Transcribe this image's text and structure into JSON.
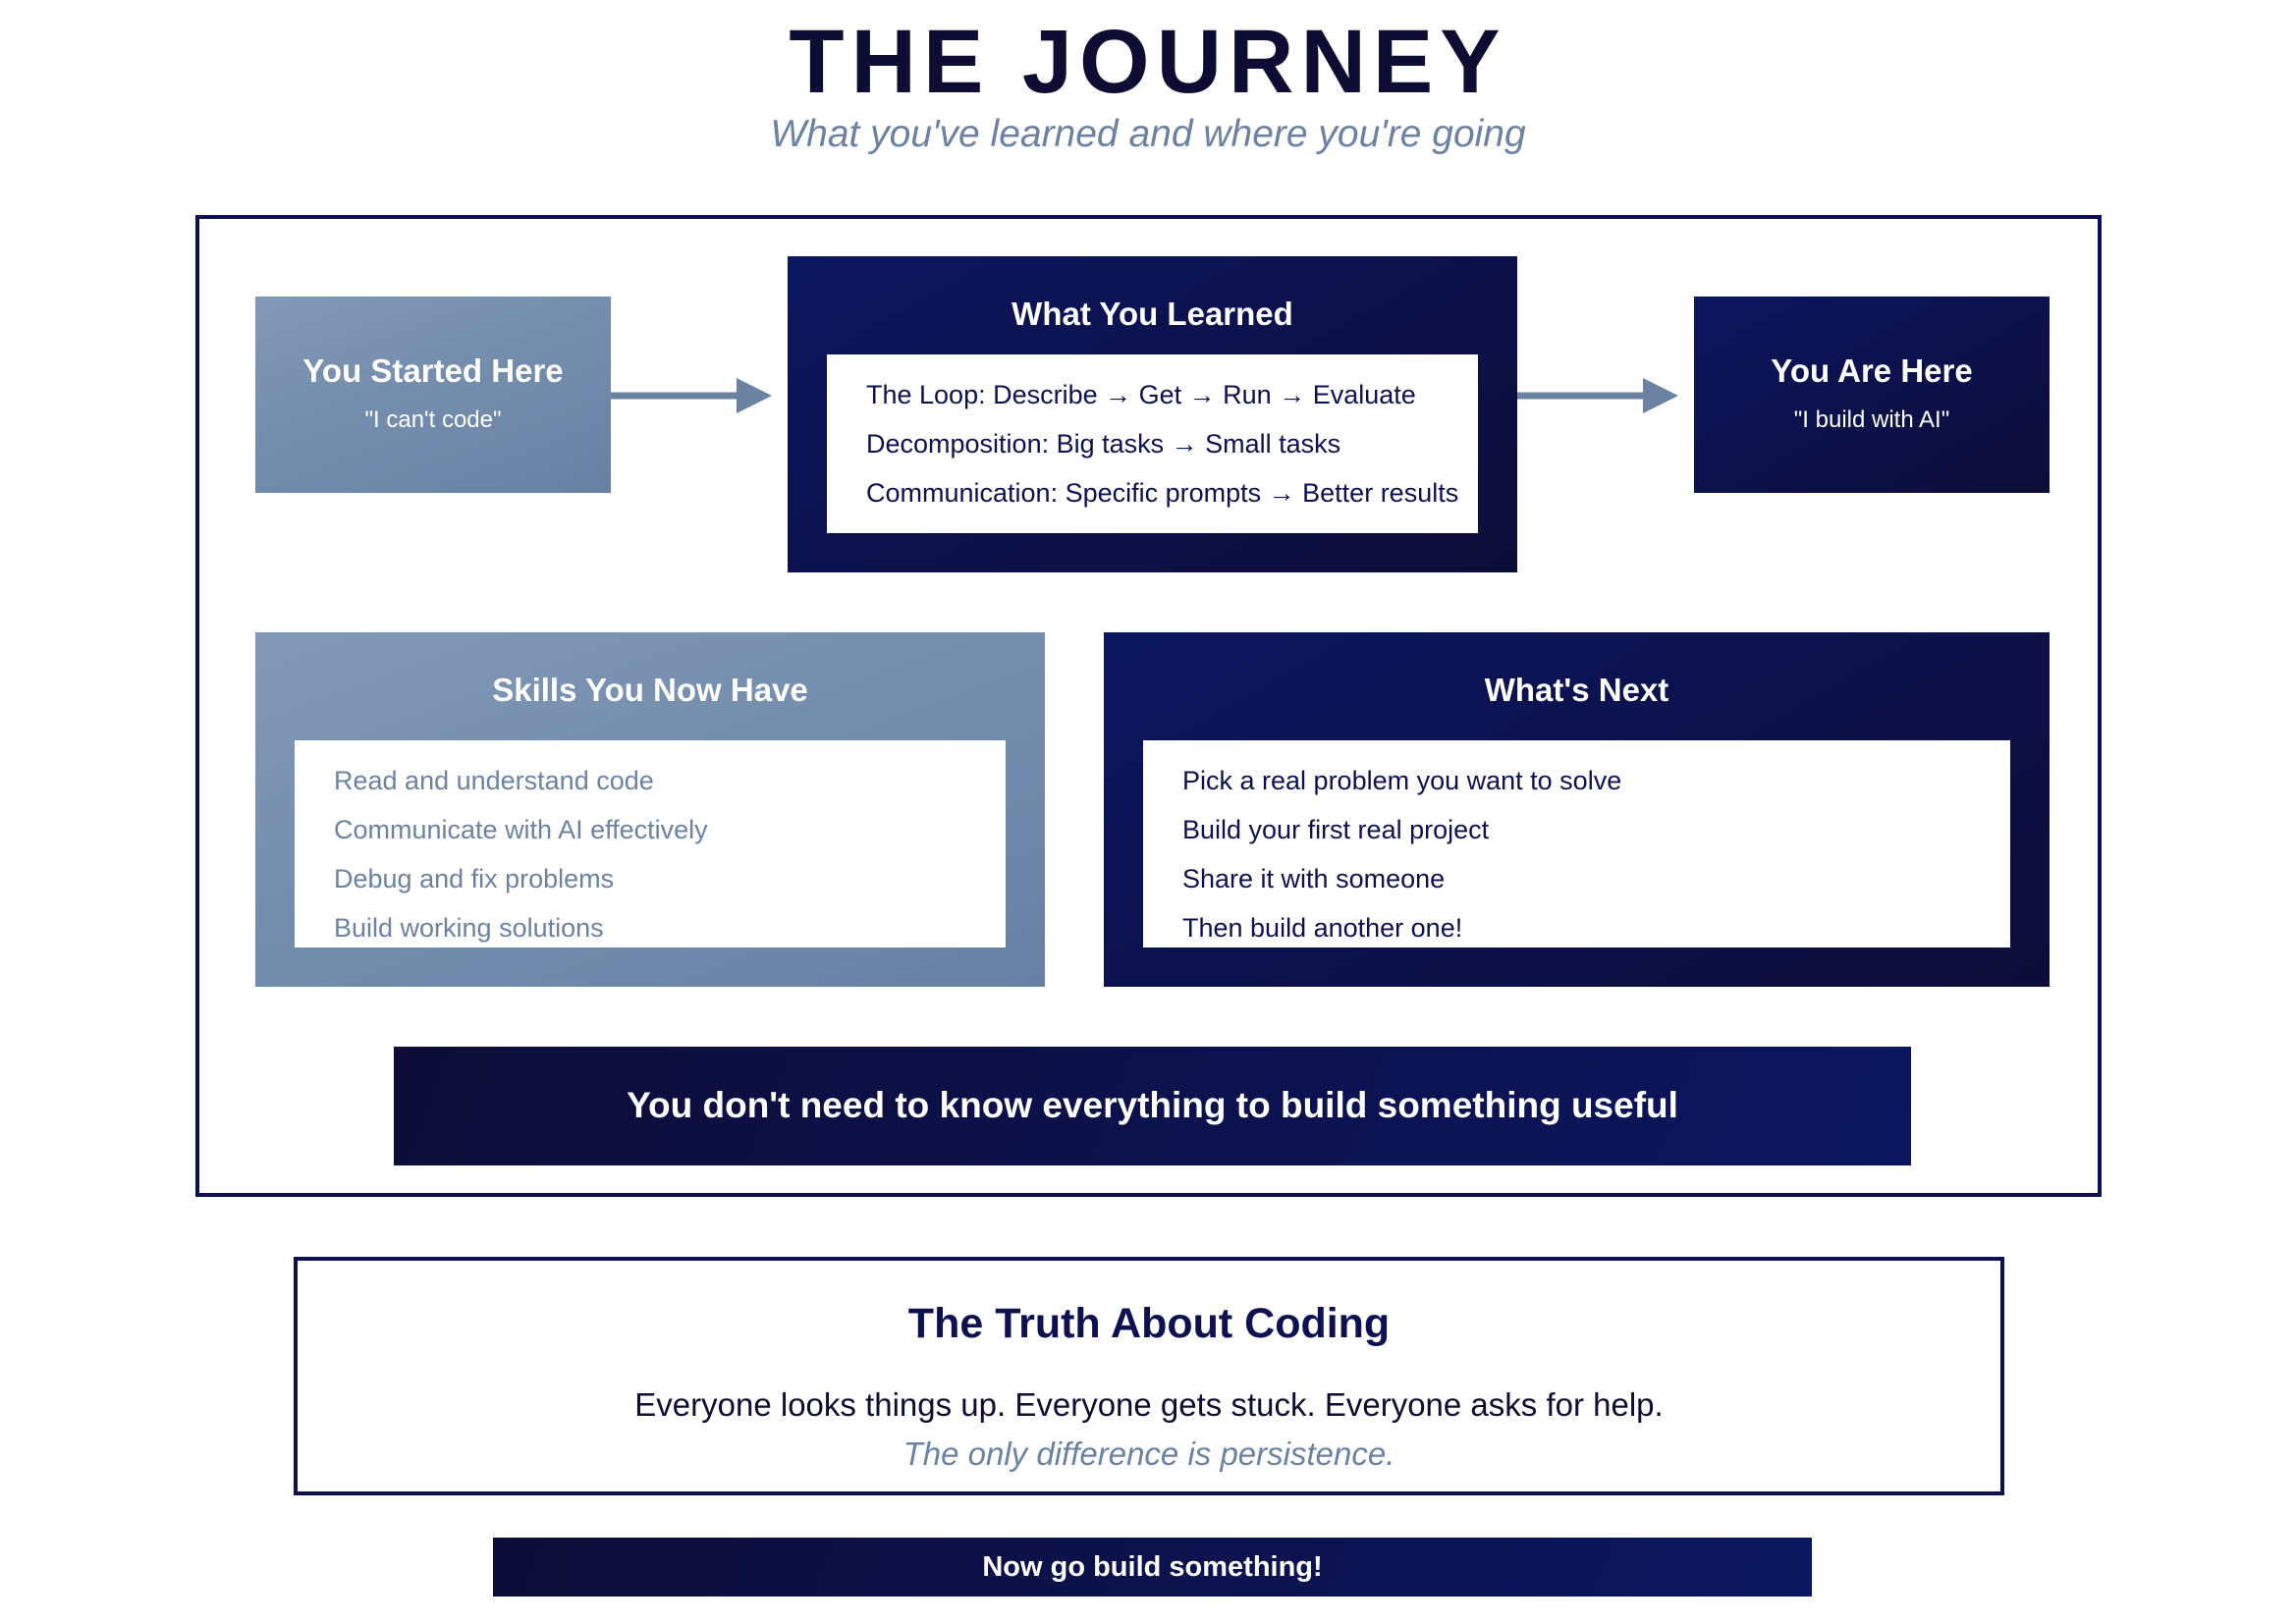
{
  "header": {
    "title": "THE JOURNEY",
    "subtitle": "What you've learned and where you're going"
  },
  "started": {
    "title": "You Started Here",
    "quote": "\"I can't code\""
  },
  "learned": {
    "title": "What You Learned",
    "items": [
      "The Loop: Describe → Get → Run → Evaluate",
      "Decomposition: Big tasks → Small tasks",
      "Communication: Specific prompts → Better results"
    ]
  },
  "here": {
    "title": "You Are Here",
    "quote": "\"I build with AI\""
  },
  "skills": {
    "title": "Skills You Now Have",
    "items": [
      "Read and understand code",
      "Communicate with AI effectively",
      "Debug and fix problems",
      "Build working solutions"
    ]
  },
  "next": {
    "title": "What's Next",
    "items": [
      "Pick a real problem you want to solve",
      "Build your first real project",
      "Share it with someone",
      "Then build another one!"
    ]
  },
  "banner": {
    "text": "You don't need to know everything to build something useful"
  },
  "truth": {
    "title": "The Truth About Coding",
    "line": "Everyone looks things up. Everyone gets stuck. Everyone asks for help.",
    "emphasis": "The only difference is persistence."
  },
  "cta": {
    "text": "Now go build something!"
  },
  "colors": {
    "navy": "#0d1152",
    "slate": "#6b82a3",
    "dark_navy": "#0d0d38"
  }
}
